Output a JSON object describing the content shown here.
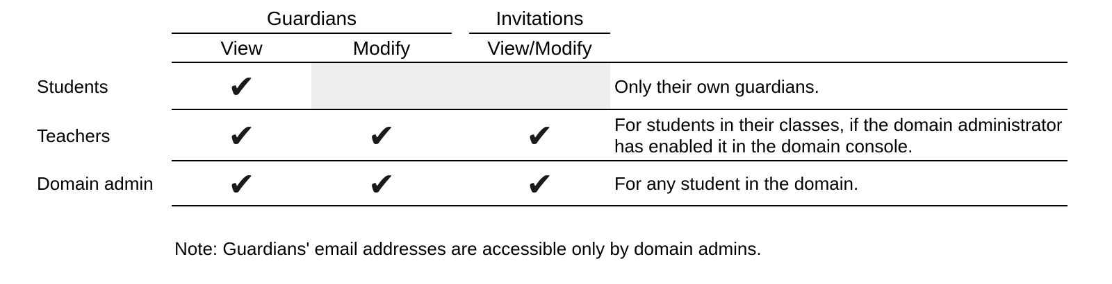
{
  "table": {
    "group_headers": [
      {
        "label": "Guardians"
      },
      {
        "label": "Invitations"
      }
    ],
    "column_headers": [
      {
        "label": "View"
      },
      {
        "label": "Modify"
      },
      {
        "label": "View/Modify"
      }
    ],
    "rows": [
      {
        "label": "Students",
        "view": "✔",
        "modify": "",
        "view_modify": "",
        "blocked": true,
        "note": "Only their own guardians."
      },
      {
        "label": "Teachers",
        "view": "✔",
        "modify": "✔",
        "view_modify": "✔",
        "blocked": false,
        "note": "For students in their classes, if the domain administrator has enabled it in the domain console."
      },
      {
        "label": "Domain admin",
        "view": "✔",
        "modify": "✔",
        "view_modify": "✔",
        "blocked": false,
        "note": "For any student in the domain."
      }
    ]
  },
  "footnote": "Note: Guardians' email addresses are accessible only by domain admins.",
  "colors": {
    "line": "#000000",
    "blocked_cell": "#eeeeee",
    "check": "#1a1a1a"
  }
}
